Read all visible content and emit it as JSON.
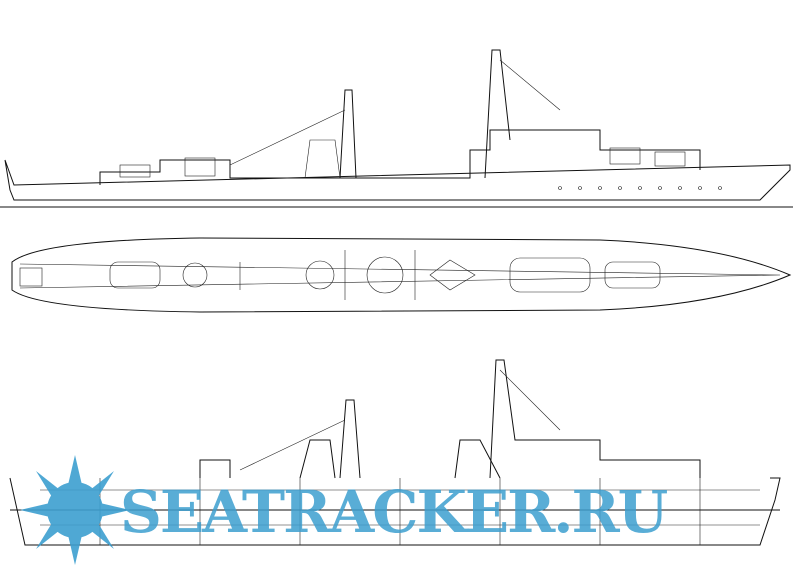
{
  "drawing": {
    "views": [
      "side-profile",
      "top-plan",
      "side-profile-detailed"
    ],
    "watermark": "SEATRACKER.RU",
    "line_color": "#111111",
    "watermark_color": "#3d9fd0"
  }
}
